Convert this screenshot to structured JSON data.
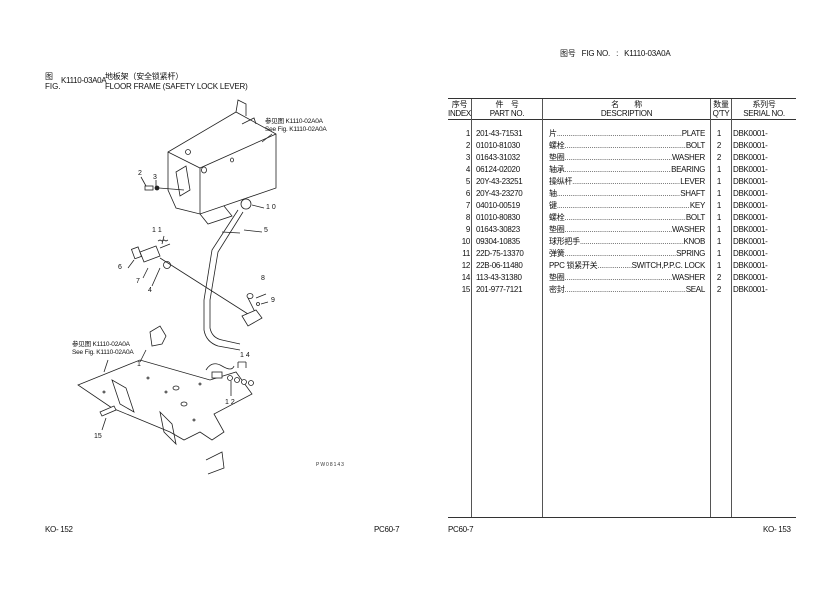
{
  "left_page": {
    "figure": {
      "label_cn": "图",
      "label_en": "FIG.",
      "code": "K1110-03A0A",
      "title_cn": "地板架（安全锁紧杆）",
      "title_en": "FLOOR FRAME (SAFETY LOCK LEVER)"
    },
    "drawing": {
      "refs": [
        {
          "cn": "参见图  K1110-02A0A",
          "en": "See Fig. K1110-02A0A"
        },
        {
          "cn": "参见图  K1110-02A0A",
          "en": "See Fig. K1110-02A0A"
        }
      ],
      "callouts": [
        "1",
        "2",
        "3",
        "4",
        "5",
        "6",
        "7",
        "8",
        "9",
        "1 0",
        "1 1",
        "1 2",
        "1 4",
        "15"
      ],
      "drawing_code": "PW08143"
    },
    "footer": {
      "page": "KO- 152",
      "model": "PC60-7"
    }
  },
  "right_page": {
    "fig_no": {
      "label_cn": "图号",
      "label_en": "FIG NO.",
      "sep": ":",
      "value": "K1110-03A0A"
    },
    "table": {
      "headers": [
        {
          "cn": "序号",
          "en": "INDEX"
        },
        {
          "cn": "件　号",
          "en": "PART NO."
        },
        {
          "cn": "名　　称",
          "en": "DESCRIPTION"
        },
        {
          "cn": "数量",
          "en": "Q'TY"
        },
        {
          "cn": "系列号",
          "en": "SERIAL NO."
        }
      ],
      "rows": [
        {
          "index": "1",
          "part_no": "201-43-71531",
          "desc_cn": "片",
          "desc_en": "PLATE",
          "qty": "1",
          "serial": "DBK0001-"
        },
        {
          "index": "2",
          "part_no": "01010-81030",
          "desc_cn": "螺栓",
          "desc_en": "BOLT",
          "qty": "2",
          "serial": "DBK0001-"
        },
        {
          "index": "3",
          "part_no": "01643-31032",
          "desc_cn": "垫圈",
          "desc_en": "WASHER",
          "qty": "2",
          "serial": "DBK0001-"
        },
        {
          "index": "4",
          "part_no": "06124-02020",
          "desc_cn": "轴承",
          "desc_en": "BEARING",
          "qty": "1",
          "serial": "DBK0001-"
        },
        {
          "index": "5",
          "part_no": "20Y-43-23251",
          "desc_cn": "操纵杆",
          "desc_en": "LEVER",
          "qty": "1",
          "serial": "DBK0001-"
        },
        {
          "index": "6",
          "part_no": "20Y-43-23270",
          "desc_cn": "轴",
          "desc_en": "SHAFT",
          "qty": "1",
          "serial": "DBK0001-"
        },
        {
          "index": "7",
          "part_no": "04010-00519",
          "desc_cn": "键",
          "desc_en": "KEY",
          "qty": "1",
          "serial": "DBK0001-"
        },
        {
          "index": "8",
          "part_no": "01010-80830",
          "desc_cn": "螺栓",
          "desc_en": "BOLT",
          "qty": "1",
          "serial": "DBK0001-"
        },
        {
          "index": "9",
          "part_no": "01643-30823",
          "desc_cn": "垫圈",
          "desc_en": "WASHER",
          "qty": "1",
          "serial": "DBK0001-"
        },
        {
          "index": "10",
          "part_no": "09304-10835",
          "desc_cn": "球形把手",
          "desc_en": "KNOB",
          "qty": "1",
          "serial": "DBK0001-"
        },
        {
          "index": "11",
          "part_no": "22D-75-13370",
          "desc_cn": "弹簧",
          "desc_en": "SPRING",
          "qty": "1",
          "serial": "DBK0001-"
        },
        {
          "index": "12",
          "part_no": "22B-06-11480",
          "desc_cn": "PPC 锁紧开关 ",
          "desc_en": "SWITCH,P.P.C. LOCK",
          "qty": "1",
          "serial": "DBK0001-"
        },
        {
          "index": "14",
          "part_no": "113-43-31380",
          "desc_cn": "垫圈",
          "desc_en": "WASHER",
          "qty": "2",
          "serial": "DBK0001-"
        },
        {
          "index": "15",
          "part_no": "201-977-7121",
          "desc_cn": "密封",
          "desc_en": "SEAL",
          "qty": "2",
          "serial": "DBK0001-"
        }
      ]
    },
    "footer": {
      "model": "PC60-7",
      "page": "KO- 153"
    }
  }
}
